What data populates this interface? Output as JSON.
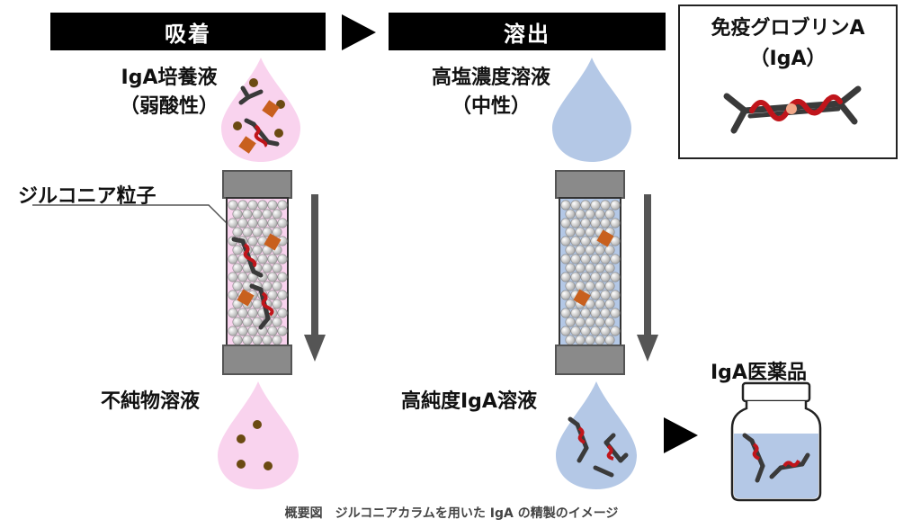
{
  "banners": {
    "adsorption": "吸着",
    "elution": "溶出"
  },
  "left": {
    "input_label_line1": "IgA培養液",
    "input_label_line2": "（弱酸性）",
    "particle_label": "ジルコニア粒子",
    "output_label": "不純物溶液"
  },
  "right": {
    "input_label_line1": "高塩濃度溶液",
    "input_label_line2": "（中性）",
    "output_label": "高純度IgA溶液"
  },
  "legend": {
    "title_line1": "免疫グロブリンA",
    "title_line2": "（IgA）"
  },
  "product": {
    "label": "IgA医薬品"
  },
  "caption": "概要図　ジルコニアカラムを用いた IgA の精製のイメージ",
  "colors": {
    "pink_drop": "#f9d3ee",
    "blue_drop": "#b4c8e6",
    "column_cap": "#8a8a8a",
    "igA_chain": "#c0151b",
    "igA_arm": "#3a3a3a",
    "impurity_square": "#c8601e",
    "impurity_dot": "#6b4a12"
  }
}
